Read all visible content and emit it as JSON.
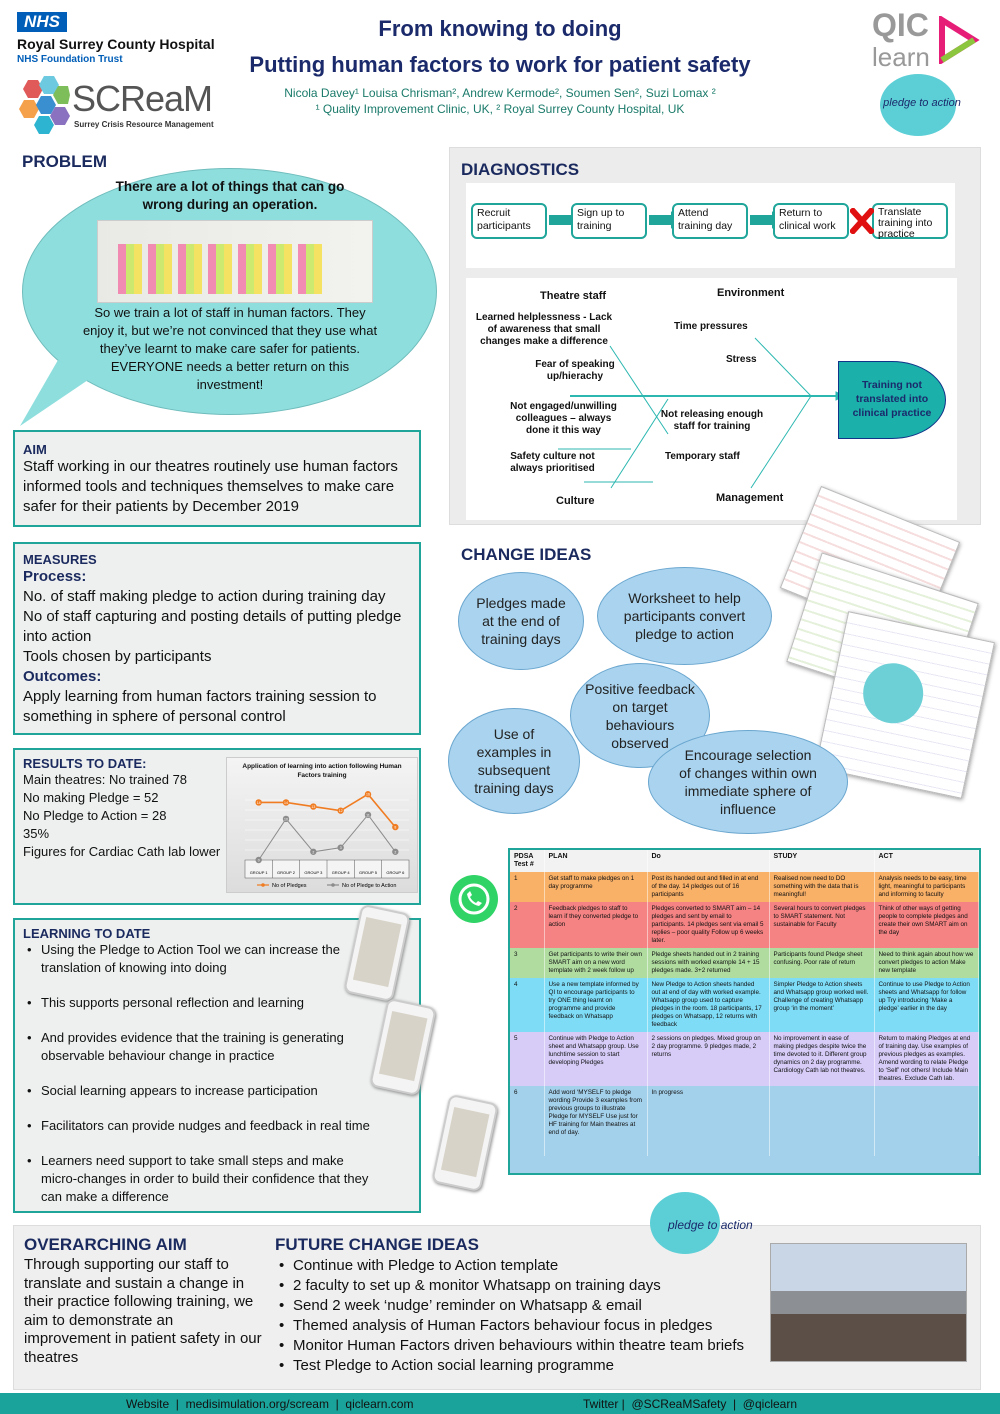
{
  "header": {
    "nhs": "NHS",
    "hospital": "Royal Surrey County Hospital",
    "trust": "NHS Foundation Trust",
    "scream": "SCReaM",
    "scream_sub": "Surrey Crisis Resource Management",
    "title1": "From knowing to doing",
    "title2": "Putting human factors to work for patient safety",
    "authors": "Nicola Davey¹ Louisa Chrisman², Andrew Kermode², Soumen Sen², Suzi Lomax ²",
    "affiliations": "¹ Quality Improvement Clinic, UK, ² Royal Surrey County Hospital, UK",
    "qic": "QIC",
    "learn": "learn",
    "pledge_logo": "pledge to action"
  },
  "problem": {
    "heading": "PROBLEM",
    "lead": "There are a lot of things that can go wrong during an operation.",
    "body": "So we train a lot of staff in human factors. They enjoy it, but we’re not convinced that they use what they’ve learnt to make care safer for patients. EVERYONE needs a better return on this investment!"
  },
  "aim": {
    "heading": "AIM",
    "body": "Staff working in our theatres routinely use human factors informed tools and techniques themselves to make care safer for their patients by December 2019"
  },
  "measures": {
    "heading": "MEASURES",
    "process": "Process:",
    "process_items": [
      "No. of staff making pledge to action during training day",
      "No of staff capturing and posting details of putting pledge into action",
      "Tools chosen by participants"
    ],
    "outcomes": "Outcomes:",
    "outcome_items": [
      "Apply learning from human factors training session to something in sphere of personal control"
    ]
  },
  "results": {
    "heading": "RESULTS TO DATE:",
    "lines": [
      "Main theatres: No trained 78",
      "No making Pledge = 52",
      "No Pledge to Action =  28",
      "35%",
      "Figures for Cardiac Cath lab lower"
    ]
  },
  "chart_data": {
    "type": "line",
    "title": "Application of learning into action following Human Factors training",
    "categories": [
      "GROUP 1",
      "GROUP 2",
      "GROUP 3",
      "GROUP 4",
      "GROUP 5",
      "GROUP 6"
    ],
    "series": [
      {
        "name": "No of Pledges",
        "values": [
          14,
          14,
          13,
          12,
          16,
          8
        ],
        "color": "#f07c22"
      },
      {
        "name": "No of Pledge to Action",
        "values": [
          0,
          10,
          2,
          3,
          11,
          2
        ],
        "color": "#8c8c8c"
      }
    ],
    "ylim": [
      0,
      18
    ],
    "legend": "bottom"
  },
  "learning": {
    "heading": "LEARNING TO DATE",
    "items": [
      "Using the Pledge to Action Tool we can increase the translation of knowing into doing",
      "This supports personal reflection and learning",
      "And provides evidence that the training is generating observable behaviour change in practice",
      "Social learning appears to increase participation",
      "Facilitators can provide nudges and feedback in real time",
      "Learners need support to take small steps and make micro-changes in order to build their confidence that they can make a difference"
    ]
  },
  "diagnostics": {
    "heading": "DIAGNOSTICS",
    "flow": [
      "Recruit participants",
      "Sign up to training",
      "Attend training day",
      "Return to clinical work",
      "Translate training into practice"
    ],
    "fishbone": {
      "categories": [
        "Theatre staff",
        "Environment",
        "Culture",
        "Management"
      ],
      "causes": [
        "Learned helplessness - Lack of awareness that small changes make a difference",
        "Fear of speaking up/hierachy",
        "Not engaged/unwilling colleagues – always done it this way",
        "Safety culture not always prioritised",
        "Time pressures",
        "Stress",
        "Not releasing enough staff for training",
        "Temporary staff"
      ],
      "effect": "Training not translated into clinical practice"
    }
  },
  "change_ideas": {
    "heading": "CHANGE IDEAS",
    "clouds": [
      "Pledges made at the end of training days",
      "Worksheet to help participants convert pledge to action",
      "Positive feedback on target behaviours observed",
      "Use of examples in subsequent training days",
      "Encourage selection of changes within own immediate sphere of influence"
    ]
  },
  "pdsa": {
    "headers": [
      "PDSA Test #",
      "PLAN",
      "Do",
      "STUDY",
      "ACT"
    ],
    "rows": [
      {
        "n": "1",
        "color": "#f9b067",
        "plan": "Get staff to make pledges on 1 day programme",
        "do": "Post its handed out and filled in at end of the day. 14 pledges out of 16 participants",
        "study": "Realised now need to DO something with the data that is meaningful!",
        "act": "Analysis needs to be easy, time light, meaningful to participants and informing to faculty"
      },
      {
        "n": "2",
        "color": "#f58383",
        "plan": "Feedback pledges to staff to learn if they converted pledge to action",
        "do": "Pledges converted to SMART aim – 14 pledges and sent by email to participants. 14 pledges sent via email 5 replies – poor quality Follow up 6 weeks later.",
        "study": "Several hours to convert pledges to SMART statement. Not sustainable for Faculty",
        "act": "Think of other ways of getting people to complete pledges and create their own SMART aim on the day"
      },
      {
        "n": "3",
        "color": "#b0dca0",
        "plan": "Get participants to write their own SMART aim on a new word template with 2 week follow up",
        "do": "Pledge sheets handed out in 2 training sessions with worked example 14 + 15 pledges made. 3+2 returned",
        "study": "Participants found Pledge sheet confusing. Poor rate of return",
        "act": "Need to think again about how we convert pledges to action Make new template"
      },
      {
        "n": "4",
        "color": "#7fdcf7",
        "plan": "Use a new template informed by QI to encourage participants to try ONE thing learnt on programme and provide feedback on Whatsapp",
        "do": "New Pledge to Action sheets handed out at end of day with worked example. Whatsapp group used to capture pledges in the room. 18 participants, 17 pledges on Whatsapp, 12 returns with feedback",
        "study": "Simpler Pledge to Action sheets and Whatsapp group worked well. Challenge of creating Whatsapp group ‘in the moment’",
        "act": "Continue to use Pledge to Action sheets and Whatsapp for follow up Try introducing ‘Make a pledge’ earlier in the day"
      },
      {
        "n": "5",
        "color": "#d6ccf7",
        "plan": "Continue with Pledge to Action sheet and Whatsapp group. Use lunchtime session to start developing Pledges",
        "do": "2 sessions on pledges. Mixed group on 2 day programme. 9 pledges made, 2 returns",
        "study": "No improvement in ease of making pledges despite twice the time devoted to it. Different group dynamics on 2 day programme. Cardiology Cath lab not theatres.",
        "act": "Return to making Pledges at end of training day. Use examples of previous pledges as examples. Amend wording to relate Pledge to ‘Self’ not others! Include Main theatres. Exclude Cath lab."
      },
      {
        "n": "6",
        "color": "#a3d0ea",
        "plan": "Add word ‘MYSELF to pledge wording Provide 3 examples from previous groups to illustrate Pledge for MYSELF Use just for HF training for Main theatres at end of day.",
        "do": "In progress",
        "study": "",
        "act": ""
      }
    ]
  },
  "overarching": {
    "heading": "OVERARCHING AIM",
    "body": "Through supporting our staff to translate and sustain a change in their practice following training, we aim to demonstrate an improvement in patient safety in our theatres"
  },
  "future": {
    "heading": "FUTURE CHANGE IDEAS",
    "items": [
      "Continue with Pledge to Action template",
      "2 faculty to set up & monitor Whatsapp on training days",
      "Send 2 week ‘nudge’ reminder on Whatsapp & email",
      "Themed analysis of Human Factors behaviour focus in pledges",
      "Monitor Human Factors driven behaviours within theatre team briefs",
      "Test Pledge to Action social learning programme"
    ]
  },
  "footer": {
    "left": "Website  |  medisimulation.org/scream  |  qiclearn.com",
    "right": "Twitter |  @SCReaMSafety  |  @qiclearn"
  },
  "colors": {
    "teal": "#1fa59a",
    "navy": "#1b2a6b",
    "orange": "#f07c22"
  }
}
